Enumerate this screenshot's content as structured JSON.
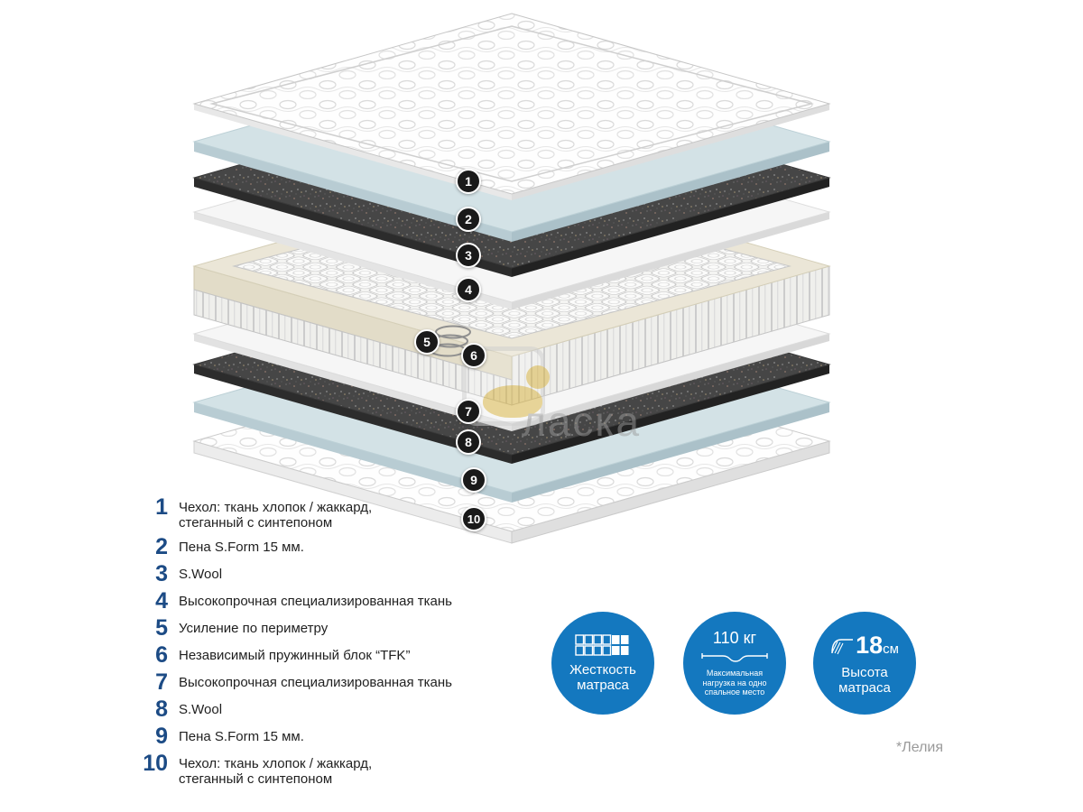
{
  "diagram": {
    "watermark": "ласка",
    "layers": [
      {
        "num": "1"
      },
      {
        "num": "2"
      },
      {
        "num": "3"
      },
      {
        "num": "4"
      },
      {
        "num": "5"
      },
      {
        "num": "6"
      },
      {
        "num": "7"
      },
      {
        "num": "8"
      },
      {
        "num": "9"
      },
      {
        "num": "10"
      }
    ]
  },
  "legend": {
    "items": [
      {
        "num": "1",
        "label": "Чехол: ткань хлопок / жаккард,\nстеганный с синтепоном"
      },
      {
        "num": "2",
        "label": "Пена S.Form 15 мм."
      },
      {
        "num": "3",
        "label": "S.Wool"
      },
      {
        "num": "4",
        "label": "Высокопрочная специализированная ткань"
      },
      {
        "num": "5",
        "label": "Усиление по периметру"
      },
      {
        "num": "6",
        "label": "Независимый пружинный блок “TFK”"
      },
      {
        "num": "7",
        "label": "Высокопрочная специализированная ткань"
      },
      {
        "num": "8",
        "label": "S.Wool"
      },
      {
        "num": "9",
        "label": "Пена S.Form 15 мм."
      },
      {
        "num": "10",
        "label": "Чехол: ткань хлопок / жаккард,\nстеганный с синтепоном"
      }
    ]
  },
  "info_badges": {
    "firmness": {
      "label": "Жесткость\nматраса"
    },
    "load": {
      "value": "110 кг",
      "caption": "Максимальная нагрузка на одно спальное место"
    },
    "height": {
      "value": "18",
      "unit": "см",
      "label": "Высота\nматраса"
    }
  },
  "footnote": "*Лелия",
  "colors": {
    "accent_blue": "#1478bf",
    "legend_number_blue": "#1c4b85",
    "layer_marker_black": "#1a1a1a",
    "foam_blue": "#d3e2e6",
    "felt_dark": "#464646",
    "foam_beige": "#ebe6d7"
  }
}
